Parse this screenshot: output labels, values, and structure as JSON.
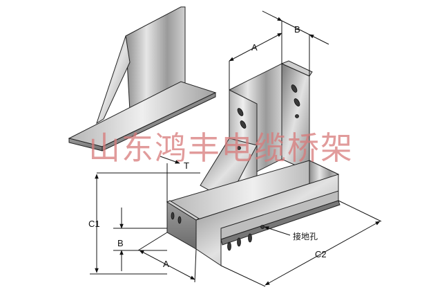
{
  "labels": {
    "A_top": "A",
    "B_top": "B",
    "T": "T",
    "C1": "C1",
    "B_left": "B",
    "A_bottom": "A",
    "C2": "C2",
    "ground_hole": "接地孔"
  },
  "watermark": "山东鸿丰电缆桥架",
  "colors": {
    "metal_light": "#d9d9d9",
    "metal_mid": "#a9a9a9",
    "metal_dark": "#6f6f6f",
    "outline": "#222222",
    "watermark": "#d87a7a"
  }
}
